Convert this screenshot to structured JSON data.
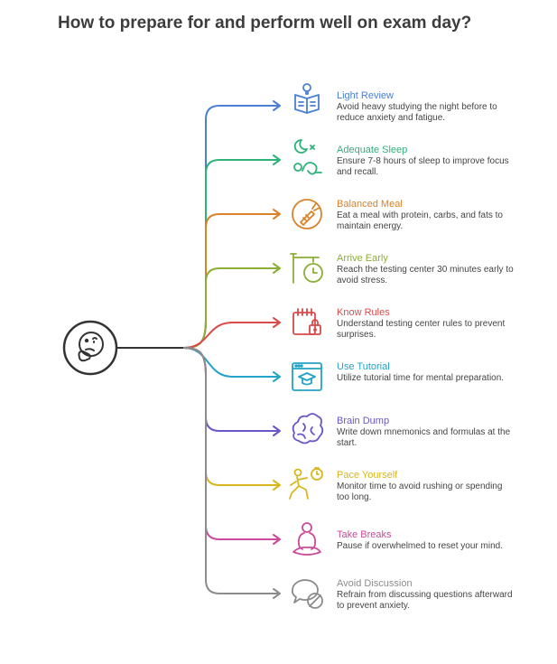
{
  "title": "How to prepare for and perform well on exam day?",
  "center": {
    "icon": "thinking-face-icon"
  },
  "items": [
    {
      "title": "Light Review",
      "description": "Avoid heavy studying the night before to reduce anxiety and fatigue.",
      "icon": "book-lightbulb-icon",
      "color": "#4a7fd4"
    },
    {
      "title": "Adequate Sleep",
      "description": "Ensure 7-8 hours of sleep to improve focus and recall.",
      "icon": "sleep-moon-icon",
      "color": "#2fb27a"
    },
    {
      "title": "Balanced Meal",
      "description": "Eat a meal with protein, carbs, and fats to maintain energy.",
      "icon": "carrot-plate-icon",
      "color": "#d9822b"
    },
    {
      "title": "Arrive Early",
      "description": "Reach the testing center 30 minutes early to avoid stress.",
      "icon": "timer-sign-icon",
      "color": "#8cae35"
    },
    {
      "title": "Know Rules",
      "description": "Understand testing center rules to prevent surprises.",
      "icon": "calendar-lock-icon",
      "color": "#d94a4a"
    },
    {
      "title": "Use Tutorial",
      "description": "Utilize tutorial time for mental preparation.",
      "icon": "browser-graduation-cap-icon",
      "color": "#23a3c8"
    },
    {
      "title": "Brain Dump",
      "description": "Write down mnemonics and formulas at the start.",
      "icon": "brain-icon",
      "color": "#6a55c9"
    },
    {
      "title": "Pace Yourself",
      "description": "Monitor time to avoid rushing or spending too long.",
      "icon": "running-stopwatch-icon",
      "color": "#d9b61e"
    },
    {
      "title": "Take Breaks",
      "description": "Pause if overwhelmed to reset your mind.",
      "icon": "meditation-icon",
      "color": "#cc4a9a"
    },
    {
      "title": "Avoid Discussion",
      "description": "Refrain from discussing questions afterward to prevent anxiety.",
      "icon": "no-chat-icon",
      "color": "#8c8c8c"
    }
  ]
}
